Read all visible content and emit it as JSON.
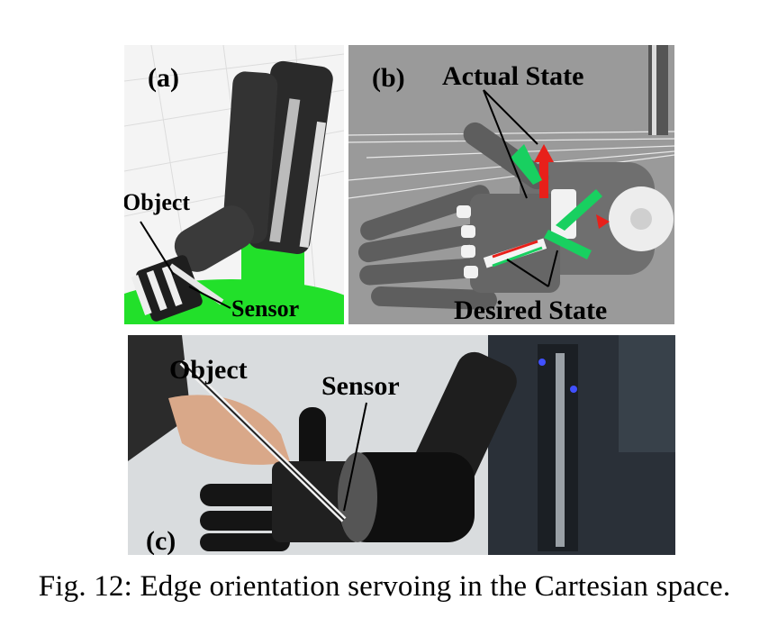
{
  "panels": {
    "a": {
      "tag": "(a)",
      "object_label": "Object",
      "sensor_label": "Sensor"
    },
    "b": {
      "tag": "(b)",
      "actual_label": "Actual State",
      "desired_label": "Desired State"
    },
    "c": {
      "tag": "(c)",
      "object_label": "Object",
      "sensor_label": "Sensor"
    }
  },
  "caption": "Fig. 12: Edge orientation servoing in the Cartesian space.",
  "colors": {
    "sim_green": "#22e02a",
    "arrow_red": "#e8201a",
    "arrow_green": "#18d060"
  }
}
